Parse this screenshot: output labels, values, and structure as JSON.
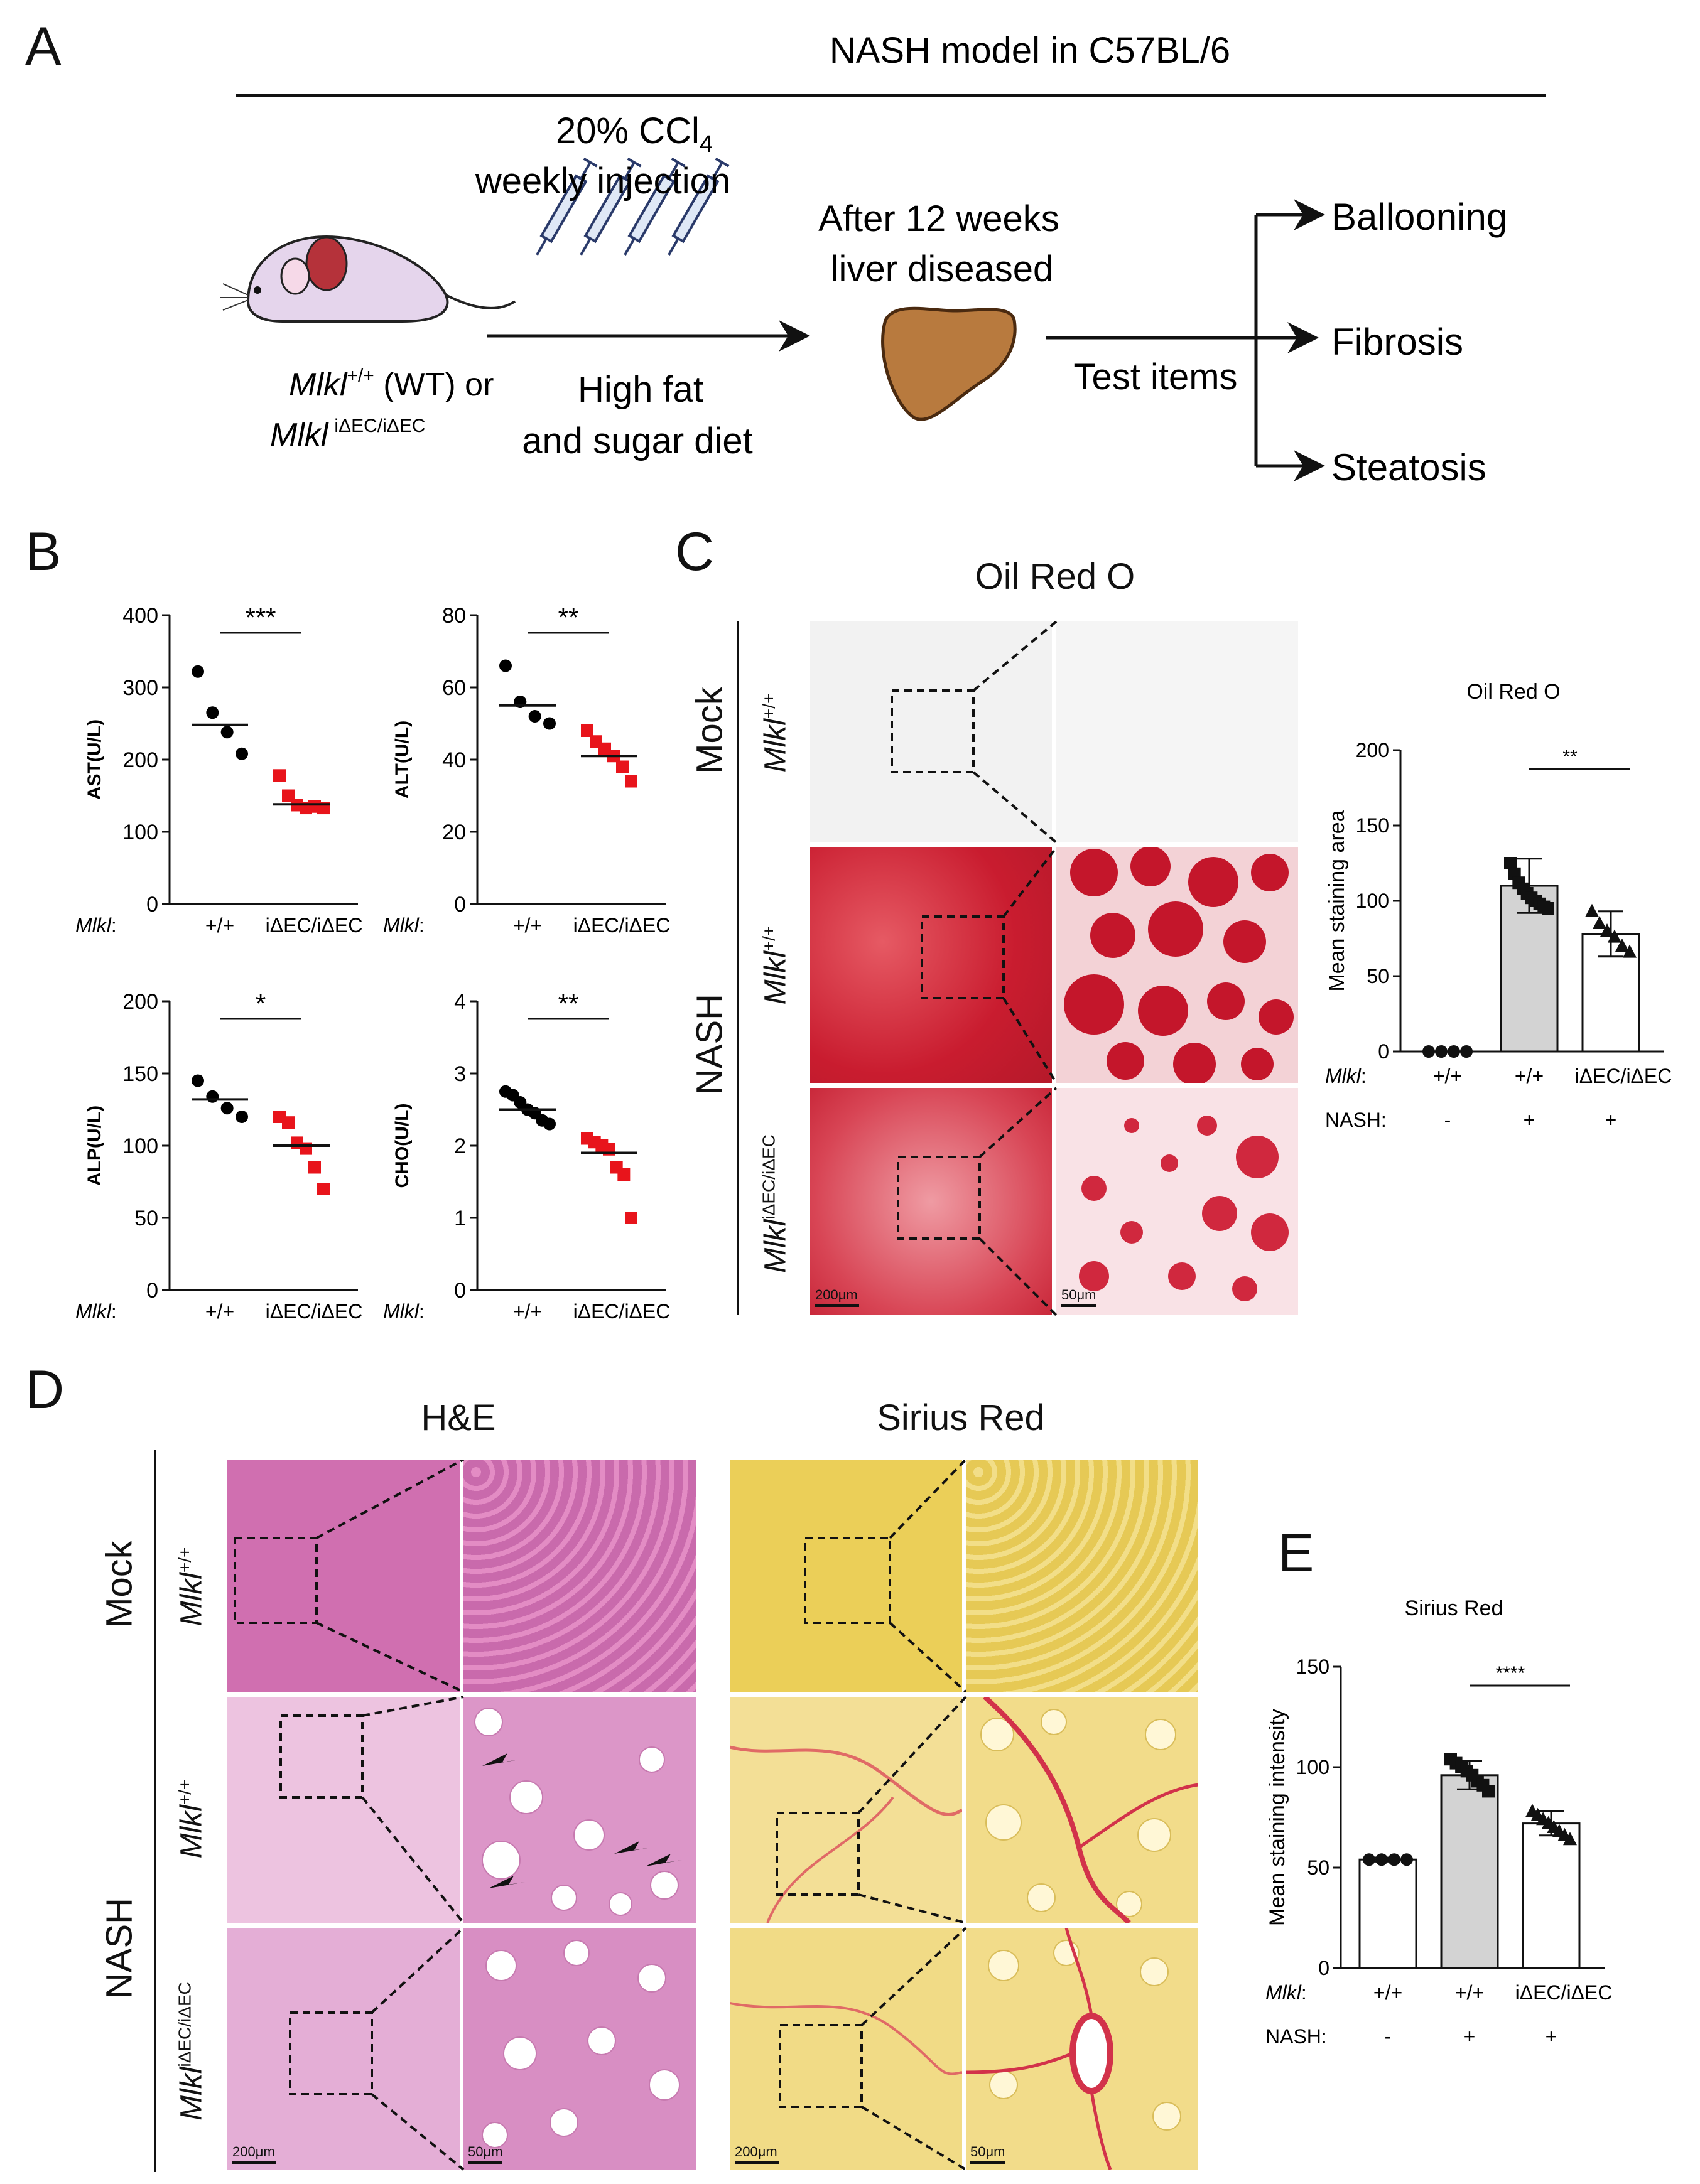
{
  "panel_labels": {
    "a": "A",
    "b": "B",
    "c": "C",
    "d": "D",
    "e": "E"
  },
  "panel_a": {
    "title": "NASH model in C57BL/6",
    "ccl4_line1": "20% CCl",
    "ccl4_sub": "4",
    "ccl4_line2": "weekly injection",
    "diet_line1": "High fat",
    "diet_line2": "and sugar diet",
    "after_line1": "After 12 weeks",
    "after_line2": "liver diseased",
    "test_items": "Test items",
    "outcomes": [
      "Ballooning",
      "Fibrosis",
      "Steatosis"
    ],
    "mouse_gene": "Mlkl",
    "mouse_wt_sup": "+/+",
    "mouse_wt_text": " (WT) or",
    "mouse_ko_sup": "iΔEC/iΔEC"
  },
  "genotype_label": "Mlkl",
  "colon": ":",
  "nash_label": "NASH:",
  "groups": [
    "+/+",
    "iΔEC/iΔEC"
  ],
  "chart_data": [
    {
      "type": "scatter",
      "id": "ast",
      "ylabel": "AST(U/L)",
      "ylim": [
        0,
        400
      ],
      "yticks": [
        "0",
        "100",
        "200",
        "300",
        "400"
      ],
      "yvals": [
        0,
        100,
        200,
        300,
        400
      ],
      "categories": [
        "+/+",
        "iΔEC/iΔEC"
      ],
      "significance": "***",
      "series": [
        {
          "values": [
            322,
            265,
            238,
            208
          ],
          "mean": 248,
          "color": "#000000",
          "marker": "circle"
        },
        {
          "values": [
            178,
            150,
            137,
            133,
            135,
            133
          ],
          "mean": 138,
          "color": "#e8141b",
          "marker": "square"
        }
      ]
    },
    {
      "type": "scatter",
      "id": "alt",
      "ylabel": "ALT(U/L)",
      "ylim": [
        0,
        80
      ],
      "yticks": [
        "0",
        "20",
        "40",
        "60",
        "80"
      ],
      "yvals": [
        0,
        20,
        40,
        60,
        80
      ],
      "categories": [
        "+/+",
        "iΔEC/iΔEC"
      ],
      "significance": "**",
      "series": [
        {
          "values": [
            66,
            56,
            52,
            50
          ],
          "mean": 55,
          "color": "#000000",
          "marker": "circle"
        },
        {
          "values": [
            48,
            45,
            43,
            41,
            38,
            34
          ],
          "mean": 41,
          "color": "#e8141b",
          "marker": "square"
        }
      ]
    },
    {
      "type": "scatter",
      "id": "alp",
      "ylabel": "ALP(U/L)",
      "ylim": [
        0,
        200
      ],
      "yticks": [
        "0",
        "50",
        "100",
        "150",
        "200"
      ],
      "yvals": [
        0,
        50,
        100,
        150,
        200
      ],
      "categories": [
        "+/+",
        "iΔEC/iΔEC"
      ],
      "significance": "*",
      "series": [
        {
          "values": [
            145,
            134,
            126,
            120
          ],
          "mean": 132,
          "color": "#000000",
          "marker": "circle"
        },
        {
          "values": [
            120,
            116,
            102,
            98,
            85,
            70
          ],
          "mean": 100,
          "color": "#e8141b",
          "marker": "square"
        }
      ]
    },
    {
      "type": "scatter",
      "id": "cho",
      "ylabel": "CHO(U/L)",
      "ylim": [
        0,
        4
      ],
      "yticks": [
        "0",
        "1",
        "2",
        "3",
        "4"
      ],
      "yvals": [
        0,
        1,
        2,
        3,
        4
      ],
      "categories": [
        "+/+",
        "iΔEC/iΔEC"
      ],
      "significance": "**",
      "series": [
        {
          "values": [
            2.75,
            2.7,
            2.6,
            2.5,
            2.45,
            2.35,
            2.3
          ],
          "mean": 2.5,
          "color": "#000000",
          "marker": "circle"
        },
        {
          "values": [
            2.1,
            2.05,
            2.0,
            1.95,
            1.7,
            1.6,
            1.0
          ],
          "mean": 1.9,
          "color": "#e8141b",
          "marker": "square"
        }
      ]
    },
    {
      "type": "bar",
      "id": "oilred",
      "title": "Oil Red O",
      "ylabel": "Mean staining area",
      "ylim": [
        0,
        200
      ],
      "yticks": [
        "0",
        "50",
        "100",
        "150",
        "200"
      ],
      "yvals": [
        0,
        50,
        100,
        150,
        200
      ],
      "categories": [
        "+/+",
        "+/+",
        "iΔEC/iΔEC"
      ],
      "nash": [
        "-",
        "+",
        "+"
      ],
      "significance": "**",
      "values": [
        0,
        110,
        78
      ],
      "errors": [
        0,
        18,
        15
      ],
      "fills": [
        "#ffffff",
        "#d3d3d3",
        "#ffffff"
      ],
      "markers": [
        "circle",
        "square",
        "triangle"
      ],
      "points": [
        [
          0,
          0,
          0,
          0
        ],
        [
          125,
          118,
          112,
          108,
          105,
          102,
          100,
          98,
          96,
          95
        ],
        [
          93,
          85,
          80,
          76,
          70,
          66
        ]
      ]
    },
    {
      "type": "bar",
      "id": "sirius",
      "title": "Sirius Red",
      "ylabel": "Mean staining intensity",
      "ylim": [
        0,
        150
      ],
      "yticks": [
        "0",
        "50",
        "100",
        "150"
      ],
      "yvals": [
        0,
        50,
        100,
        150
      ],
      "categories": [
        "+/+",
        "+/+",
        "iΔEC/iΔEC"
      ],
      "nash": [
        "-",
        "+",
        "+"
      ],
      "significance": "****",
      "values": [
        54,
        96,
        72
      ],
      "errors": [
        1,
        7,
        6
      ],
      "fills": [
        "#ffffff",
        "#d3d3d3",
        "#ffffff"
      ],
      "markers": [
        "circle",
        "square",
        "triangle"
      ],
      "points": [
        [
          54,
          54,
          54,
          54
        ],
        [
          104,
          102,
          100,
          98,
          96,
          93,
          91,
          88
        ],
        [
          78,
          76,
          74,
          72,
          70,
          68,
          66,
          64
        ]
      ]
    }
  ],
  "panel_c": {
    "title": "Oil Red O",
    "row_mock": "Mock",
    "row_nash": "NASH",
    "gene": "Mlkl",
    "wt_sup": "+/+",
    "ko_sup": "iΔEC/iΔEC",
    "scale_low": "200μm",
    "scale_high": "50μm"
  },
  "panel_d": {
    "he_title": "H&E",
    "sr_title": "Sirius Red",
    "row_mock": "Mock",
    "row_nash": "NASH",
    "gene": "Mlkl",
    "wt_sup": "+/+",
    "ko_sup": "iΔEC/iΔEC",
    "scale_low": "200μm",
    "scale_high": "50μm"
  },
  "colors": {
    "red_marker": "#e8141b",
    "bar_gray": "#d3d3d3",
    "oilred": "#c51a2e",
    "he": "#d57ab8",
    "sirius": "#ecd05a"
  }
}
